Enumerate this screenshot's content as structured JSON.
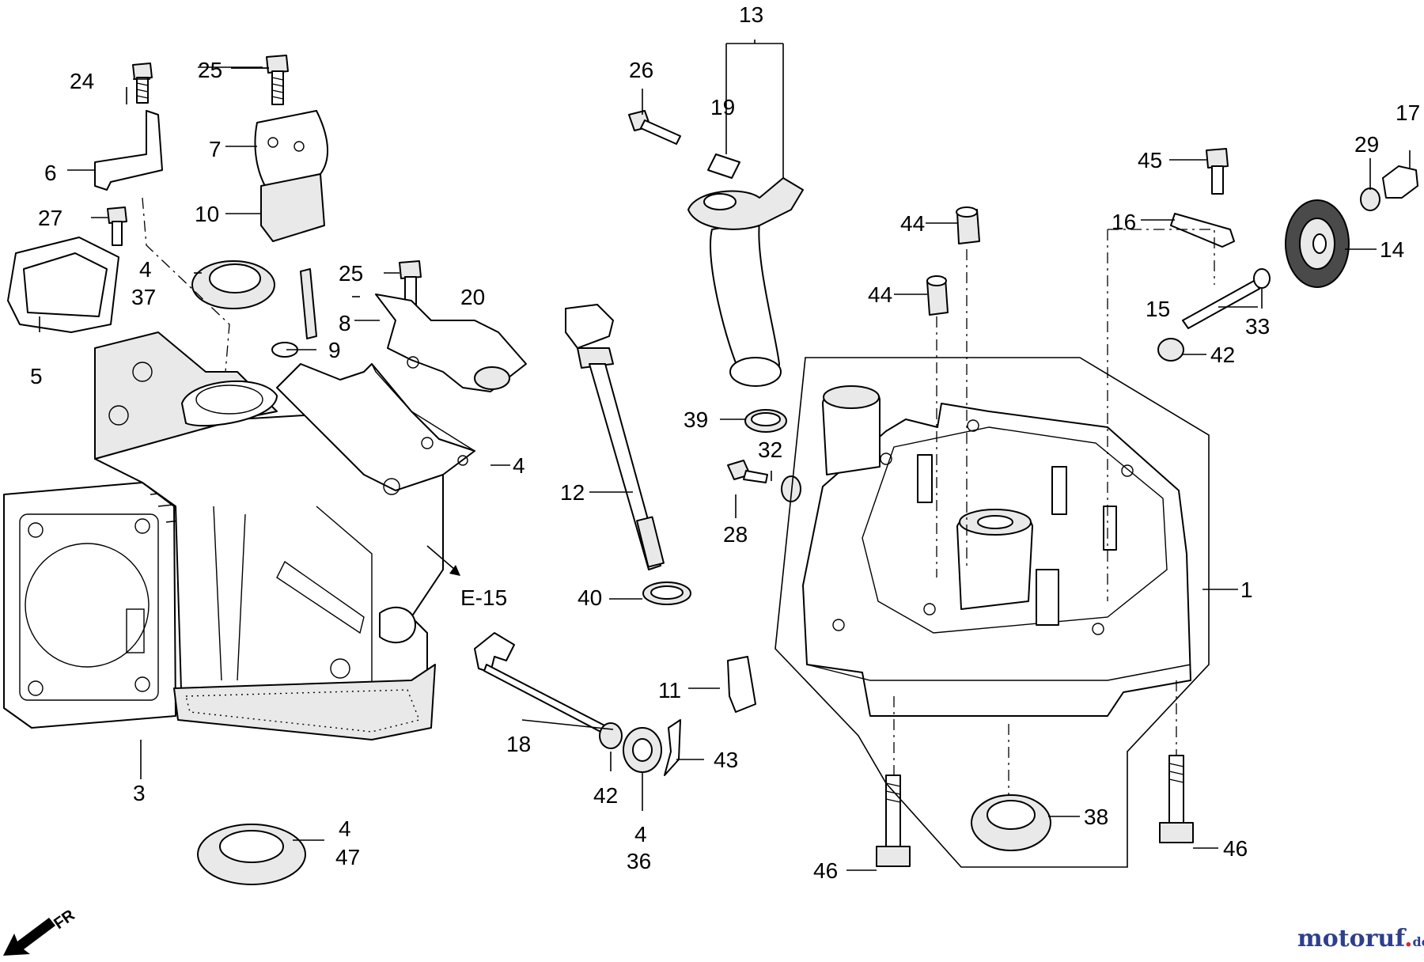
{
  "callouts": {
    "c1": "1",
    "c3": "3",
    "c4a": "4",
    "c4b": "4",
    "c4c": "4",
    "c4d": "4",
    "c5": "5",
    "c6": "6",
    "c7": "7",
    "c8": "8",
    "c9": "9",
    "c10": "10",
    "c11": "11",
    "c12": "12",
    "c13": "13",
    "c14": "14",
    "c15": "15",
    "c16": "16",
    "c17": "17",
    "c18": "18",
    "c19": "19",
    "c20": "20",
    "c24": "24",
    "c25a": "25",
    "c25b": "25",
    "c26": "26",
    "c27": "27",
    "c28": "28",
    "c29": "29",
    "c32": "32",
    "c33": "33",
    "c36": "36",
    "c37": "37",
    "c38": "38",
    "c39": "39",
    "c40": "40",
    "c42a": "42",
    "c42b": "42",
    "c43": "43",
    "c44a": "44",
    "c44b": "44",
    "c45": "45",
    "c46a": "46",
    "c46b": "46",
    "c47": "47",
    "e15": "E-15"
  },
  "direction_label": "FR",
  "watermark": {
    "main": "motoruf",
    "dot": ".",
    "tld": "de"
  }
}
